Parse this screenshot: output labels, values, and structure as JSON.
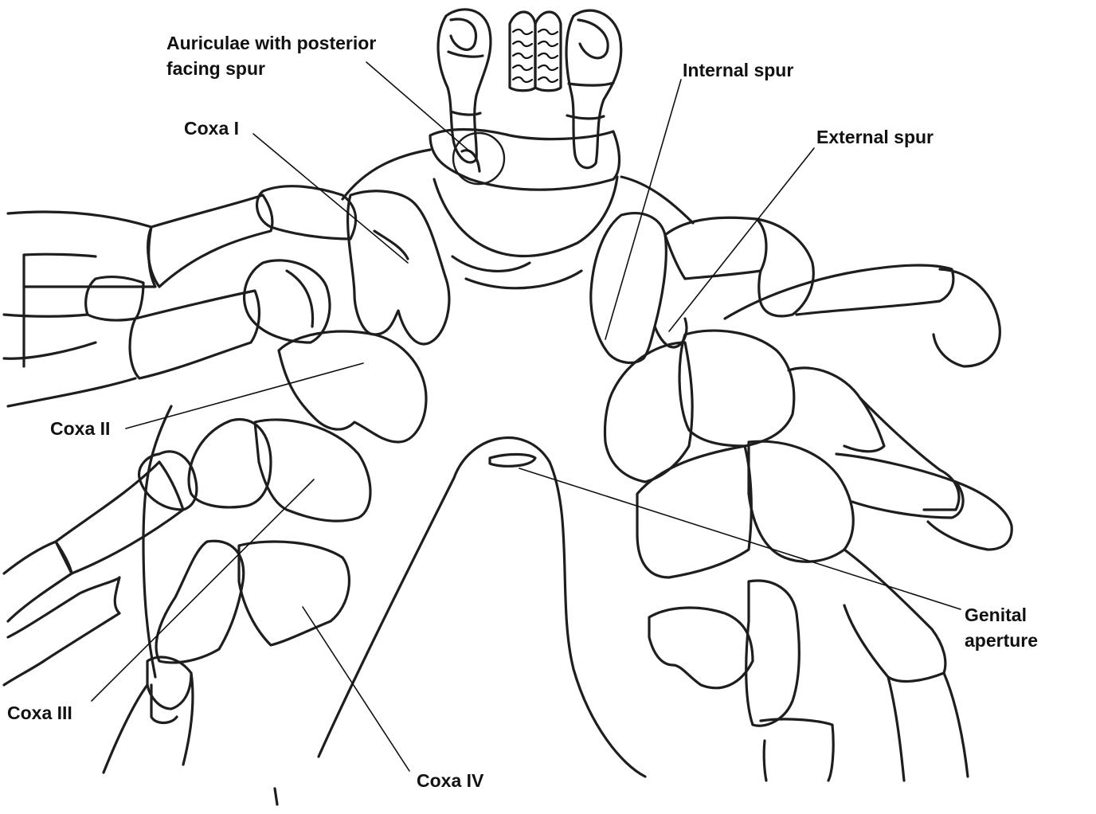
{
  "labels": {
    "auriculae_line1": "Auriculae with posterior",
    "auriculae_line2": "facing spur",
    "coxa_1": "Coxa I",
    "coxa_2": "Coxa II",
    "coxa_3": "Coxa III",
    "coxa_4": "Coxa IV",
    "internal_spur": "Internal spur",
    "external_spur": "External spur",
    "genital_line1": "Genital",
    "genital_line2": "aperture"
  }
}
